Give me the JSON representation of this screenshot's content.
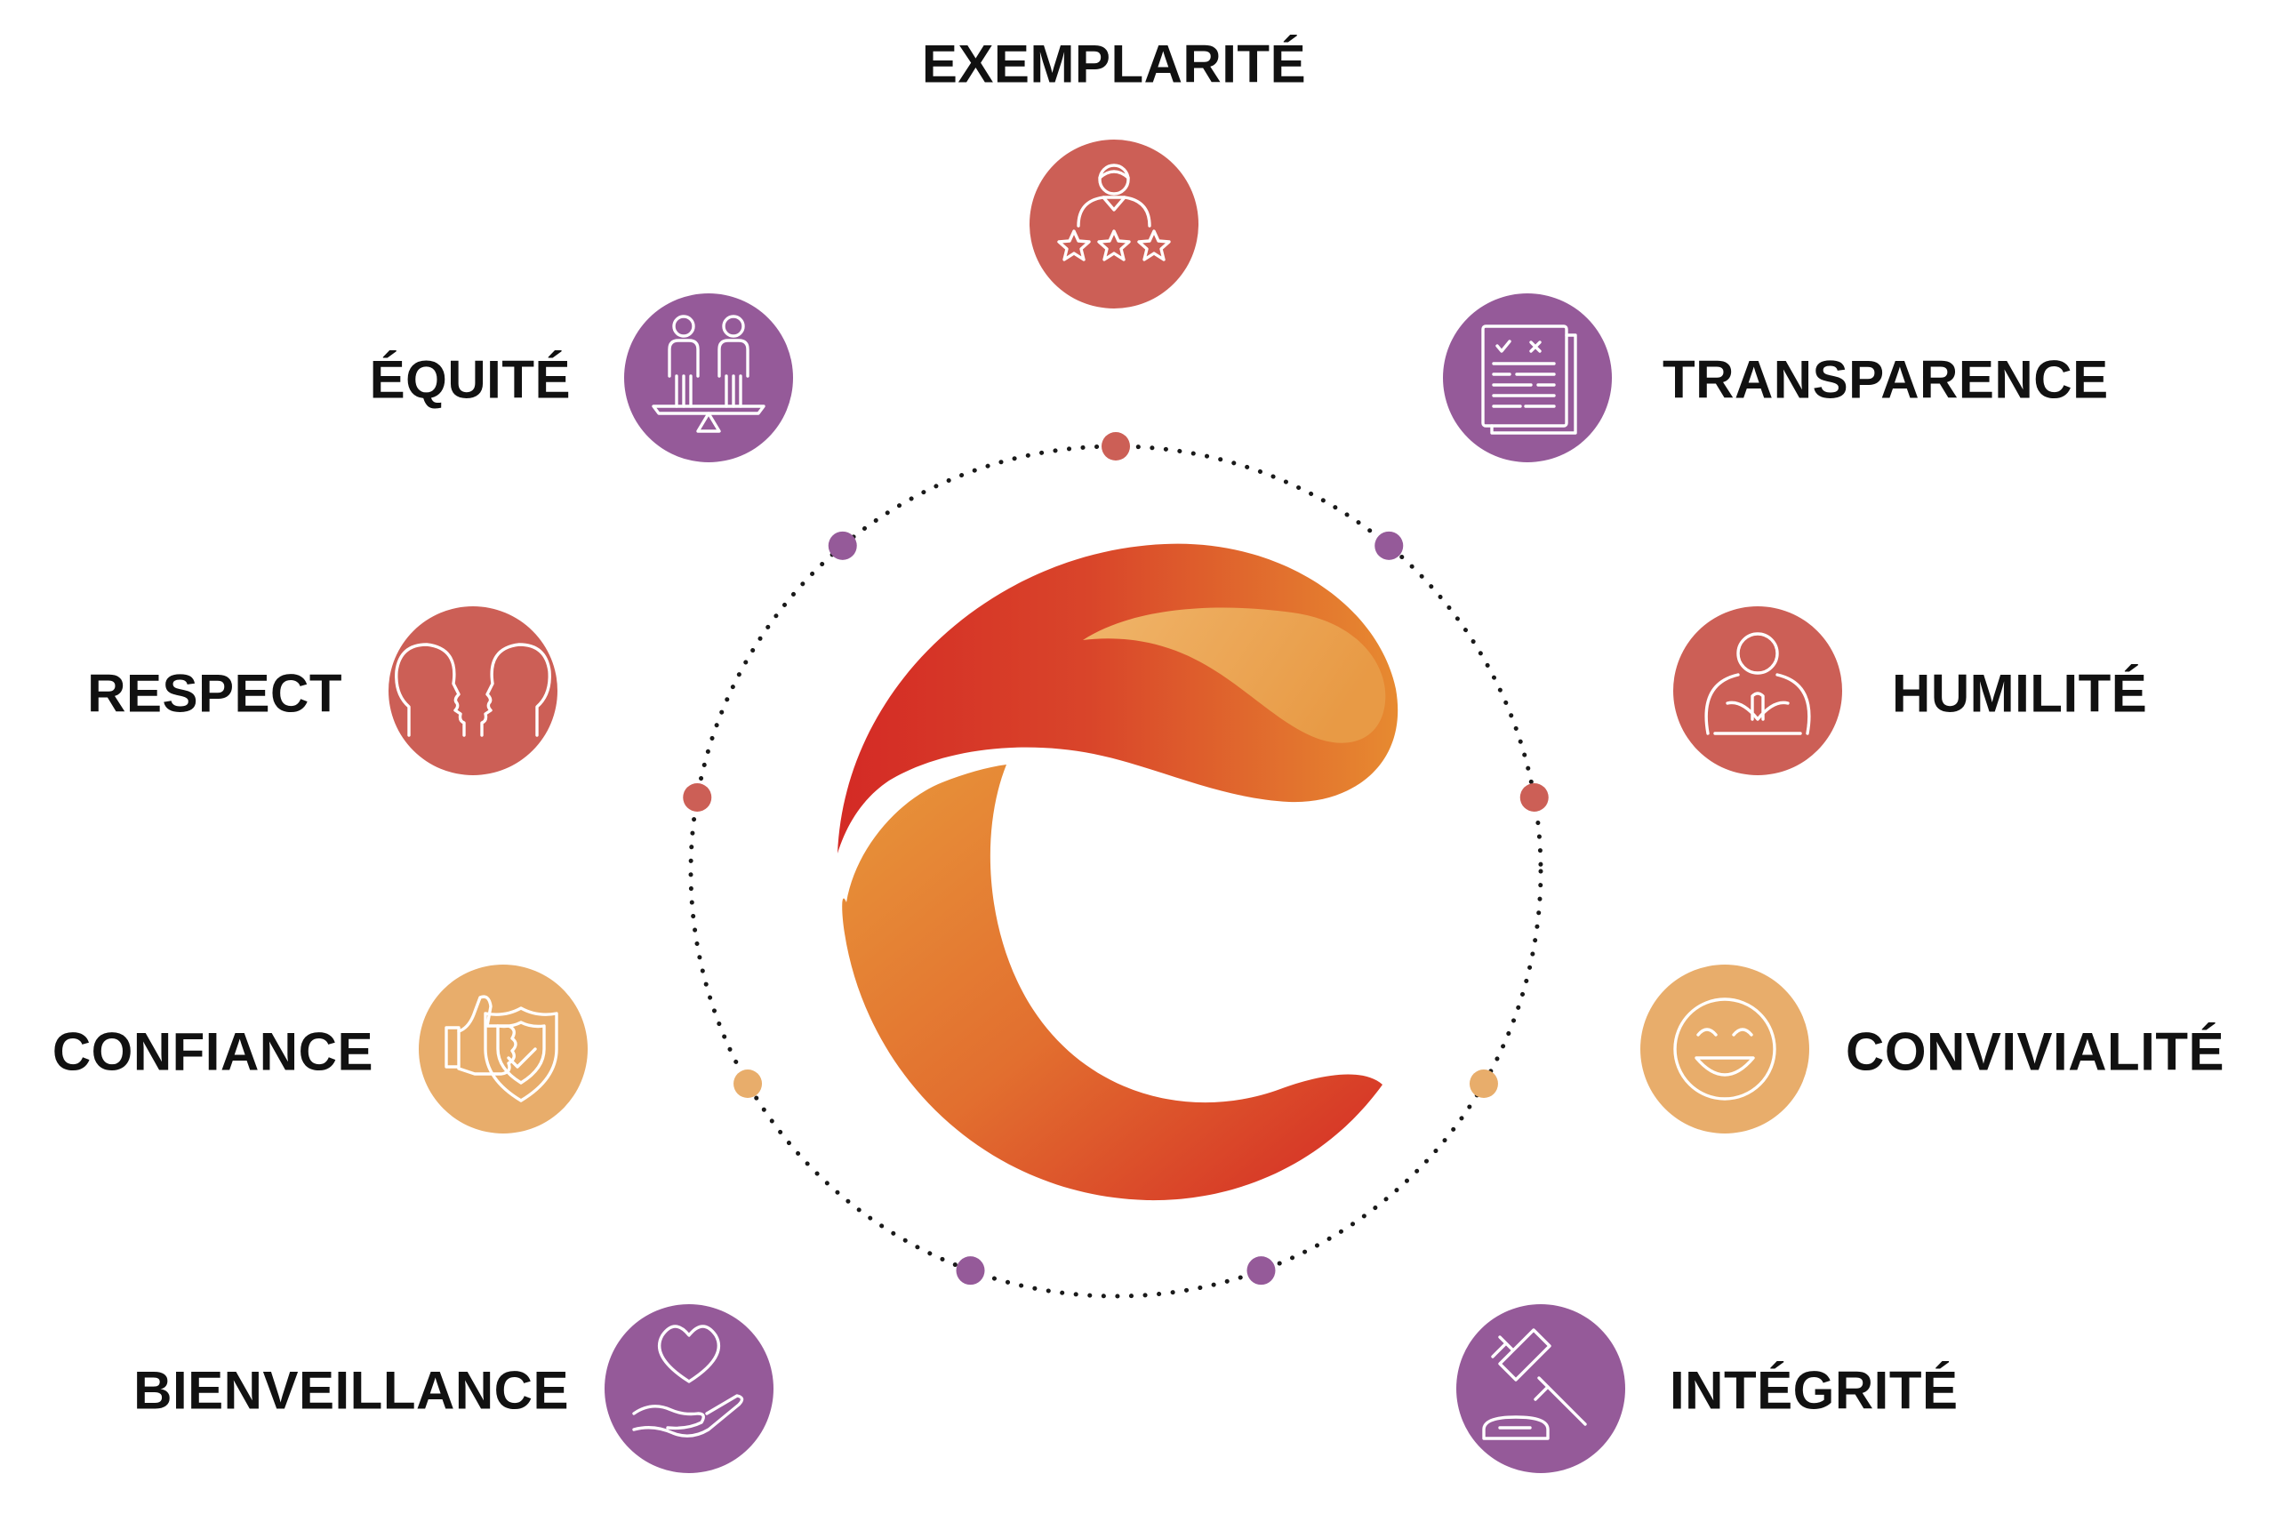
{
  "colors": {
    "coral": "#cc5f56",
    "purple": "#955a99",
    "peach": "#e8ad6b",
    "logo_red": "#d42a25",
    "logo_orange": "#e78a30",
    "logo_light": "#eea85a",
    "ring": "#1a1a1a",
    "text": "#111111"
  },
  "values": [
    {
      "id": "exemplarite",
      "label": "EXEMPLARITÉ",
      "color": "coral",
      "icon": "person-stars-icon"
    },
    {
      "id": "transparence",
      "label": "TRANSPARENCE",
      "color": "purple",
      "icon": "document-checklist-icon"
    },
    {
      "id": "humilite",
      "label": "HUMILITÉ",
      "color": "coral",
      "icon": "person-praying-icon"
    },
    {
      "id": "convivialite",
      "label": "CONVIVIALITÉ",
      "color": "peach",
      "icon": "smiley-icon"
    },
    {
      "id": "integrite",
      "label": "INTÉGRITÉ",
      "color": "purple",
      "icon": "gavel-icon"
    },
    {
      "id": "bienveillance",
      "label": "BIENVEILLANCE",
      "color": "purple",
      "icon": "heart-hand-icon"
    },
    {
      "id": "confiance",
      "label": "CONFIANCE",
      "color": "peach",
      "icon": "thumb-shield-icon"
    },
    {
      "id": "respect",
      "label": "RESPECT",
      "color": "coral",
      "icon": "faces-profile-icon"
    },
    {
      "id": "equite",
      "label": "ÉQUITÉ",
      "color": "purple",
      "icon": "balanced-people-icon"
    }
  ],
  "ring_dots": [
    "coral",
    "purple",
    "coral",
    "peach",
    "purple",
    "purple",
    "peach",
    "coral",
    "purple"
  ],
  "logo": {
    "icon": "c-flame-logo-icon"
  }
}
